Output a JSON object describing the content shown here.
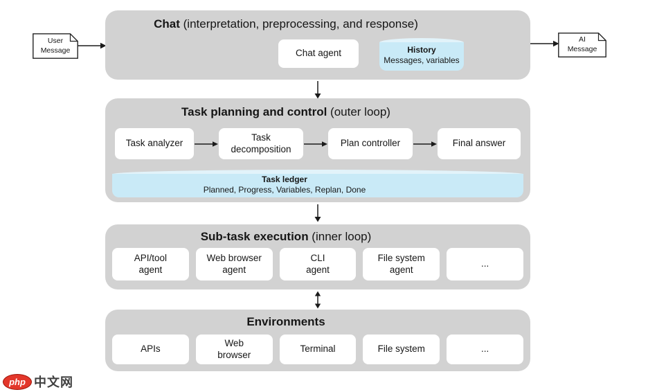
{
  "palette": {
    "section_bg": "#d2d2d2",
    "card_bg": "#ffffff",
    "cylinder_fill": "#c9eaf7",
    "cylinder_rim": "#e2f3fa",
    "text": "#161616",
    "arrow": "#1a1a1a",
    "logo_red": "#e3372b"
  },
  "io": {
    "user_message": "User\nMessage",
    "ai_message": "AI\nMessage"
  },
  "sections": {
    "chat": {
      "title_bold": "Chat",
      "title_rest": " (interpretation, preprocessing, and response)",
      "agent_label": "Chat agent",
      "history": {
        "title": "History",
        "subtitle": "Messages, variables"
      }
    },
    "planning": {
      "title_bold": "Task planning and control",
      "title_rest": " (outer loop)",
      "steps": [
        "Task analyzer",
        "Task\ndecomposition",
        "Plan controller",
        "Final answer"
      ],
      "ledger": {
        "title": "Task ledger",
        "subtitle": "Planned, Progress, Variables, Replan, Done"
      }
    },
    "execution": {
      "title_bold": "Sub-task execution",
      "title_rest": " (inner loop)",
      "agents": [
        "API/tool\nagent",
        "Web browser\nagent",
        "CLI\nagent",
        "File system\nagent",
        "..."
      ]
    },
    "environments": {
      "title_bold": "Environments",
      "title_rest": "",
      "items": [
        "APIs",
        "Web\nbrowser",
        "Terminal",
        "File system",
        "..."
      ]
    }
  },
  "watermark": {
    "badge": "php",
    "text": "中文网"
  }
}
